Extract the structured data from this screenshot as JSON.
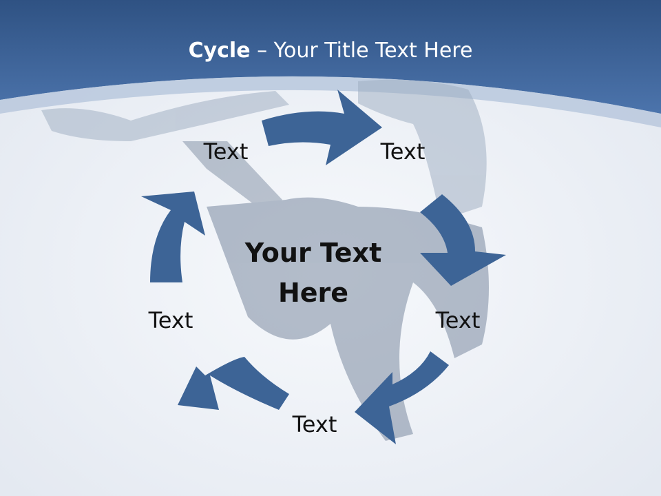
{
  "slide": {
    "title_bold": "Cycle",
    "title_rest": " – Your Title Text Here",
    "center_text": "Your Text Here",
    "labels": [
      "Text",
      "Text",
      "Text",
      "Text",
      "Text"
    ]
  },
  "colors": {
    "header": "#3f6aa4",
    "arrow": "#3d6496",
    "background": "#eef1f6"
  },
  "icons": [
    "cycle-arrow-icon",
    "dancer-photo"
  ]
}
